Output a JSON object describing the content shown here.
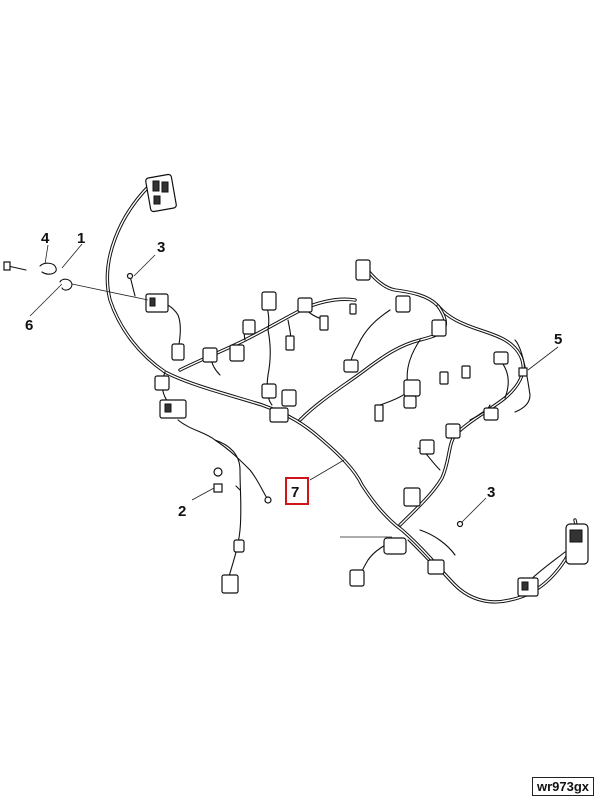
{
  "callouts": {
    "c1": "1",
    "c2": "2",
    "c3a": "3",
    "c3b": "3",
    "c4": "4",
    "c5": "5",
    "c6": "6",
    "c7": "7"
  },
  "highlight_color": "#d0141a",
  "diagram_code": "wr973gx"
}
